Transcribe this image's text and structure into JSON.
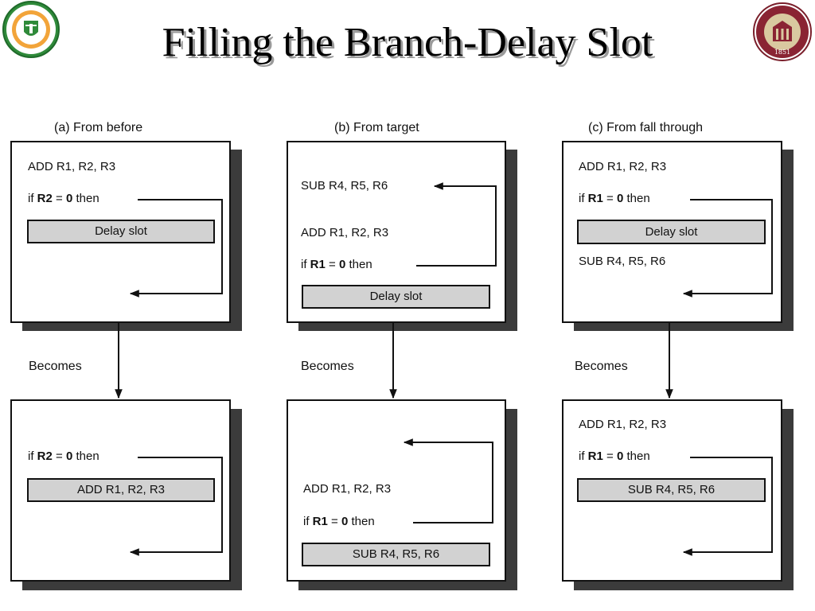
{
  "title": "Filling the Branch-Delay Slot",
  "logos": {
    "left": {
      "name": "FAMU university seal"
    },
    "right": {
      "name": "Florida State University seal",
      "year": "1851"
    }
  },
  "panels": {
    "a": {
      "caption": "(a) From before"
    },
    "b": {
      "caption": "(b) From target"
    },
    "c": {
      "caption": "(c) From fall through"
    }
  },
  "becomes_label": "Becomes",
  "text": {
    "add": "ADD R1, R2, R3",
    "sub": "SUB R4, R5, R6",
    "delay_slot": "Delay slot",
    "if_prefix": "if ",
    "r1": "R1",
    "r2": "R2",
    "eq": " = ",
    "zero": "0",
    "then": " then"
  }
}
